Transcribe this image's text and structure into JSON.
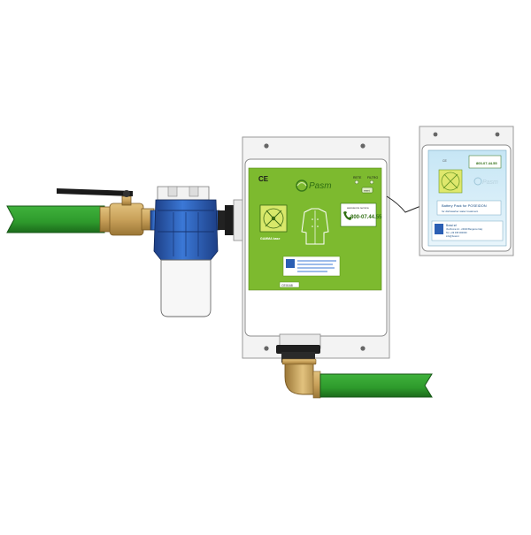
{
  "main_unit": {
    "phone": "800-07.44.55",
    "phone_caption": "assistenza tecnica",
    "brand": "Pasm",
    "model_label": "GAMMA base",
    "serial_tag": "CE0168",
    "indicator_labels": [
      "RETE",
      "FILTRO"
    ],
    "ce_mark": "CE",
    "button_label": "reset"
  },
  "battery_pack": {
    "phone": "800-07.44.55",
    "brand": "Pasm",
    "title": "Battery Pack for POSEIDON",
    "subtitle": "for dishwasher water treatment",
    "company": "Bossi srl",
    "address": "Via Roma 12 - 24020 Bergamo Italy",
    "contact": "Tel. +39 035 000000",
    "email": "info@bossi.it"
  },
  "colors": {
    "hose": "#2e9a2c",
    "hose_dark": "#1c6b1b",
    "panel_green": "#7dba2f",
    "brass": "#c9a15a",
    "filter_blue": "#2b5fb4",
    "label_bg": "#d8eef8",
    "steel": "#c8c8c8"
  },
  "icons": [
    "fan-icon",
    "chef-jacket-icon",
    "phone-icon",
    "company-logo-icon"
  ]
}
